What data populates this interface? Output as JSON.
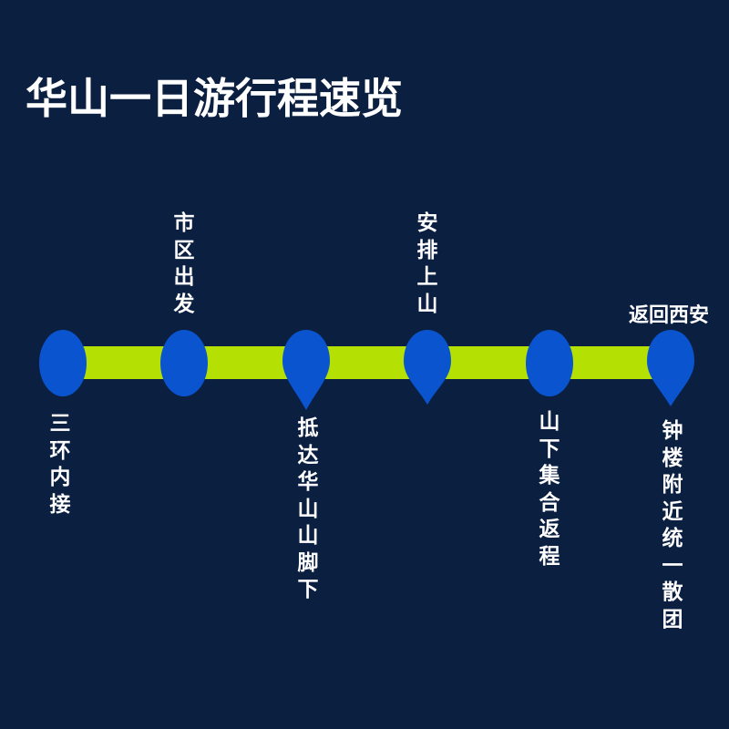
{
  "title": "华山一日游行程速览",
  "colors": {
    "background": "#0b1f41",
    "bar": "#b5e003",
    "node": "#0a55cf",
    "text": "#ffffff"
  },
  "timeline": {
    "nodes": [
      {
        "shape": "circle",
        "label_position": "below",
        "label": "三环内接"
      },
      {
        "shape": "circle",
        "label_position": "above",
        "label": "市区出发"
      },
      {
        "shape": "pin",
        "label_position": "below",
        "label": "抵达华山山脚下"
      },
      {
        "shape": "pin",
        "label_position": "above",
        "label": "安排上山"
      },
      {
        "shape": "circle",
        "label_position": "below",
        "label": "山下集合返程"
      },
      {
        "shape": "pin",
        "label_position": "both",
        "label_above": "返回西安",
        "label": "钟楼附近统一散团"
      }
    ]
  }
}
